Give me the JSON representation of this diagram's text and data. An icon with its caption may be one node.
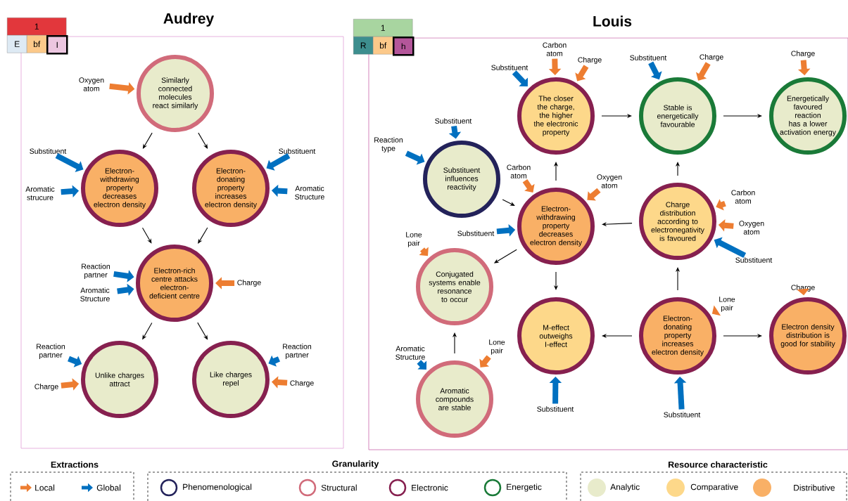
{
  "diagram": {
    "nodes": [
      {
        "text": [
          "Audrey"
        ]
      },
      {
        "text": [
          "Similarly connected molecules react similarly"
        ],
        "in": 0
      },
      {
        "text": [
          "Electron-withdrawing property decreases electron density"
        ],
        "in": 0
      },
      {
        "text": [
          "Electron-donating property increases electron density"
        ],
        "in": 0
      },
      {
        "text": [
          "Electron-rich centre attacks electron-deficient centre"
        ],
        "in": 0
      },
      {
        "text": [
          "Unlike charges attract"
        ],
        "in": 0
      },
      {
        "text": [
          "Like charges repel"
        ],
        "in": 0
      },
      {
        "text": [
          "Louis"
        ]
      },
      {
        "text": [
          "The closer the charge, the higher the electronic property"
        ],
        "in": 7
      },
      {
        "text": [
          "Stable is energetically favourable"
        ],
        "in": 7
      },
      {
        "text": [
          "Energetically favoured reaction has a lower activation energy"
        ],
        "in": 7
      },
      {
        "text": [
          "Substituent influences reactivity"
        ],
        "in": 7
      },
      {
        "text": [
          "Electron-withdrawing property decreases electron density"
        ],
        "in": 7
      },
      {
        "text": [
          "Charge distribution according to electronegativity is favoured"
        ],
        "in": 7
      },
      {
        "text": [
          "Conjugated systems enable resonance to occur"
        ],
        "in": 7
      },
      {
        "text": [
          "M-effect outweighs I-effect"
        ],
        "in": 7
      },
      {
        "text": [
          "Electron-donating property increases electron density"
        ],
        "in": 7
      },
      {
        "text": [
          "Electron density distribution is good for stability"
        ],
        "in": 7
      },
      {
        "text": [
          "Aromatic compounds are stable"
        ],
        "in": 7
      },
      {
        "text": [
          "Oxygen atom"
        ],
        "in": 0
      },
      {
        "text": [
          "Substituent"
        ],
        "in": 0
      },
      {
        "text": [
          "Substituent"
        ],
        "in": 0
      },
      {
        "text": [
          "Aromatic strucure"
        ],
        "in": 0
      },
      {
        "text": [
          "Aromatic Structure"
        ],
        "in": 0
      },
      {
        "text": [
          "Reaction partner"
        ],
        "in": 0
      },
      {
        "text": [
          "Charge"
        ],
        "in": 0
      },
      {
        "text": [
          "Aromatic Structure"
        ],
        "in": 0
      },
      {
        "text": [
          "Reaction partner"
        ],
        "in": 0
      },
      {
        "text": [
          "Reaction partner"
        ],
        "in": 0
      },
      {
        "text": [
          "Charge"
        ],
        "in": 0
      },
      {
        "text": [
          "Charge"
        ],
        "in": 0
      },
      {
        "text": [
          "Carbon atom"
        ],
        "in": 7
      },
      {
        "text": [
          "Substituent"
        ],
        "in": 7
      },
      {
        "text": [
          "Charge"
        ],
        "in": 7
      },
      {
        "text": [
          "Charge"
        ],
        "in": 7
      },
      {
        "text": [
          "Charge"
        ],
        "in": 7
      },
      {
        "text": [
          "Substituent"
        ],
        "in": 7
      },
      {
        "text": [
          "Substituent"
        ],
        "in": 7
      },
      {
        "text": [
          "Reaction type"
        ],
        "in": 7
      },
      {
        "text": [
          "Carbon atom"
        ],
        "in": 7
      },
      {
        "text": [
          "Oxygen atom"
        ],
        "in": 7
      },
      {
        "text": [
          "Carbon atom"
        ],
        "in": 7
      },
      {
        "text": [
          "Oxygen atom"
        ],
        "in": 7
      },
      {
        "text": [
          "Lone pair"
        ],
        "in": 7
      },
      {
        "text": [
          "Substituent"
        ],
        "in": 7
      },
      {
        "text": [
          "Substituent"
        ],
        "in": 7
      },
      {
        "text": [
          "Charge"
        ],
        "in": 7
      },
      {
        "text": [
          "Lone pair"
        ],
        "in": 7
      },
      {
        "text": [
          "Aromatic Structure"
        ],
        "in": 7
      },
      {
        "text": [
          "Lone pair"
        ],
        "in": 7
      },
      {
        "text": [
          "Substituent"
        ],
        "in": 7
      },
      {
        "text": [
          "Substituent"
        ],
        "in": 7
      }
    ],
    "edges": [
      {
        "from": 1,
        "to": 2,
        "arrow": "to"
      },
      {
        "from": 1,
        "to": 3,
        "arrow": "to"
      },
      {
        "from": 2,
        "to": 4,
        "arrow": "to"
      },
      {
        "from": 3,
        "to": 4,
        "arrow": "to"
      },
      {
        "from": 4,
        "to": 5,
        "arrow": "to"
      },
      {
        "from": 4,
        "to": 6,
        "arrow": "to"
      },
      {
        "from": 8,
        "to": 9,
        "arrow": "to"
      },
      {
        "from": 9,
        "to": 10,
        "arrow": "to"
      },
      {
        "from": 11,
        "to": 12,
        "arrow": "to"
      },
      {
        "from": 12,
        "to": 8,
        "arrow": "to"
      },
      {
        "from": 13,
        "to": 12,
        "arrow": "to"
      },
      {
        "from": 13,
        "to": 9,
        "arrow": "to"
      },
      {
        "from": 12,
        "to": 14,
        "arrow": "to"
      },
      {
        "from": 12,
        "to": 15,
        "arrow": "to"
      },
      {
        "from": 18,
        "to": 14,
        "arrow": "to"
      },
      {
        "from": 16,
        "to": 15,
        "arrow": "to"
      },
      {
        "from": 16,
        "to": 13,
        "arrow": "to"
      },
      {
        "from": 16,
        "to": 17,
        "arrow": "to"
      },
      {
        "from": 19,
        "to": 1,
        "arrow": "to",
        "color": "#ed7d31"
      },
      {
        "from": 20,
        "to": 2,
        "arrow": "to",
        "color": "#0070c0"
      },
      {
        "from": 21,
        "to": 3,
        "arrow": "to",
        "color": "#0070c0"
      },
      {
        "from": 22,
        "to": 2,
        "arrow": "to",
        "color": "#0070c0"
      },
      {
        "from": 23,
        "to": 3,
        "arrow": "to",
        "color": "#0070c0"
      },
      {
        "from": 24,
        "to": 4,
        "arrow": "to",
        "color": "#0070c0"
      },
      {
        "from": 25,
        "to": 4,
        "arrow": "to",
        "color": "#ed7d31"
      },
      {
        "from": 26,
        "to": 4,
        "arrow": "to",
        "color": "#0070c0"
      },
      {
        "from": 27,
        "to": 5,
        "arrow": "to",
        "color": "#0070c0"
      },
      {
        "from": 28,
        "to": 6,
        "arrow": "to",
        "color": "#0070c0"
      },
      {
        "from": 29,
        "to": 6,
        "arrow": "to",
        "color": "#ed7d31"
      },
      {
        "from": 30,
        "to": 5,
        "arrow": "to",
        "color": "#ed7d31"
      },
      {
        "from": 31,
        "to": 8,
        "arrow": "to",
        "color": "#ed7d31"
      },
      {
        "from": 32,
        "to": 9,
        "arrow": "to",
        "color": "#0070c0"
      },
      {
        "from": 33,
        "to": 9,
        "arrow": "to",
        "color": "#ed7d31"
      },
      {
        "from": 34,
        "to": 10,
        "arrow": "to",
        "color": "#ed7d31"
      },
      {
        "from": 35,
        "to": 8,
        "arrow": "to",
        "color": "#ed7d31"
      },
      {
        "from": 36,
        "to": 8,
        "arrow": "to",
        "color": "#0070c0"
      },
      {
        "from": 37,
        "to": 11,
        "arrow": "to",
        "color": "#0070c0"
      },
      {
        "from": 38,
        "to": 11,
        "arrow": "to",
        "color": "#0070c0"
      },
      {
        "from": 39,
        "to": 12,
        "arrow": "to",
        "color": "#ed7d31"
      },
      {
        "from": 40,
        "to": 12,
        "arrow": "to",
        "color": "#ed7d31"
      },
      {
        "from": 41,
        "to": 13,
        "arrow": "to",
        "color": "#ed7d31"
      },
      {
        "from": 42,
        "to": 13,
        "arrow": "to",
        "color": "#ed7d31"
      },
      {
        "from": 43,
        "to": 14,
        "arrow": "to",
        "color": "#ed7d31"
      },
      {
        "from": 44,
        "to": 12,
        "arrow": "to",
        "color": "#0070c0"
      },
      {
        "from": 45,
        "to": 13,
        "arrow": "to",
        "color": "#0070c0"
      },
      {
        "from": 46,
        "to": 17,
        "arrow": "to",
        "color": "#ed7d31"
      },
      {
        "from": 47,
        "to": 16,
        "arrow": "to",
        "color": "#ed7d31"
      },
      {
        "from": 48,
        "to": 18,
        "arrow": "to",
        "color": "#0070c0"
      },
      {
        "from": 49,
        "to": 18,
        "arrow": "to",
        "color": "#ed7d31"
      },
      {
        "from": 50,
        "to": 15,
        "arrow": "to",
        "color": "#0070c0"
      },
      {
        "from": 51,
        "to": 16,
        "arrow": "to",
        "color": "#0070c0"
      }
    ],
    "labels": [
      "1",
      "E",
      "bf",
      "I",
      "1",
      "R",
      "bf",
      "h",
      "Extractions",
      "Granularity",
      "Resource characteristic"
    ],
    "legend": [
      {
        "text": "Local"
      },
      {
        "text": "Global"
      },
      {
        "text": "Phenomenological"
      },
      {
        "text": "Structural"
      },
      {
        "text": "Electronic"
      },
      {
        "text": "Energetic"
      },
      {
        "text": "Analytic",
        "color": "#e8ebcb"
      },
      {
        "text": "Comparative",
        "color": "#fdd88a"
      },
      {
        "text": "Distributive",
        "color": "#f9b066"
      }
    ]
  }
}
